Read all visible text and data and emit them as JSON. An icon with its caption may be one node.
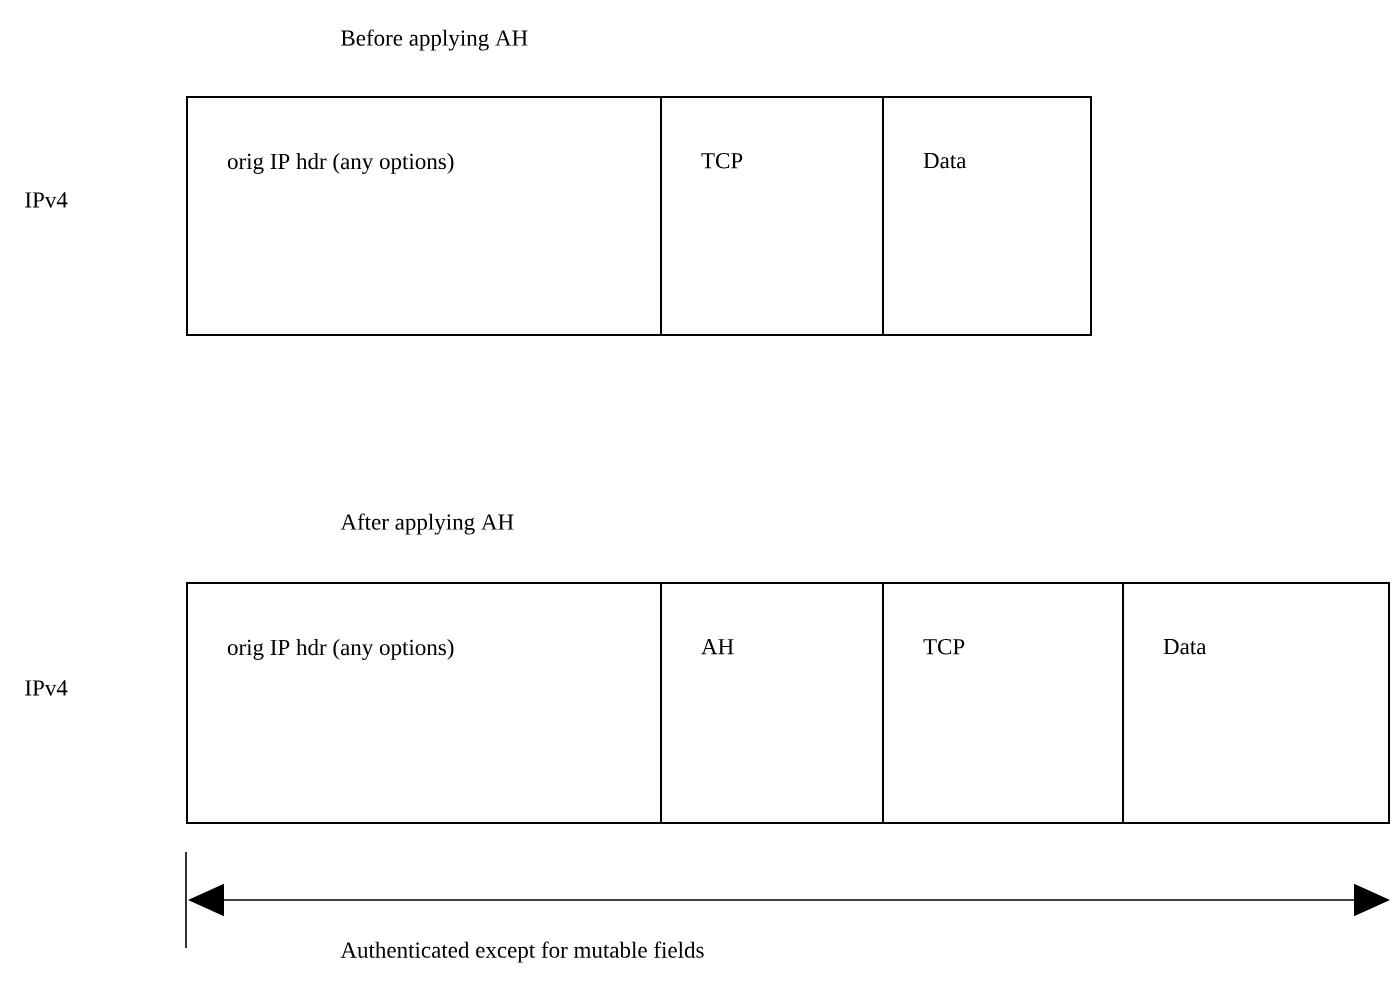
{
  "diagram": {
    "nodes": [
      {
        "text": [
          "orig IP hdr (any options)"
        ]
      },
      {
        "text": [
          "TCP"
        ]
      },
      {
        "text": [
          "Data"
        ]
      },
      {
        "text": [
          "orig IP hdr (any options)"
        ]
      },
      {
        "text": [
          "AH"
        ]
      },
      {
        "text": [
          "TCP"
        ]
      },
      {
        "text": [
          "Data"
        ]
      }
    ],
    "labels": [
      "Before applying AH",
      "IPv4",
      "After applying AH",
      "IPv4",
      "Authenticated except for mutable fields"
    ]
  }
}
